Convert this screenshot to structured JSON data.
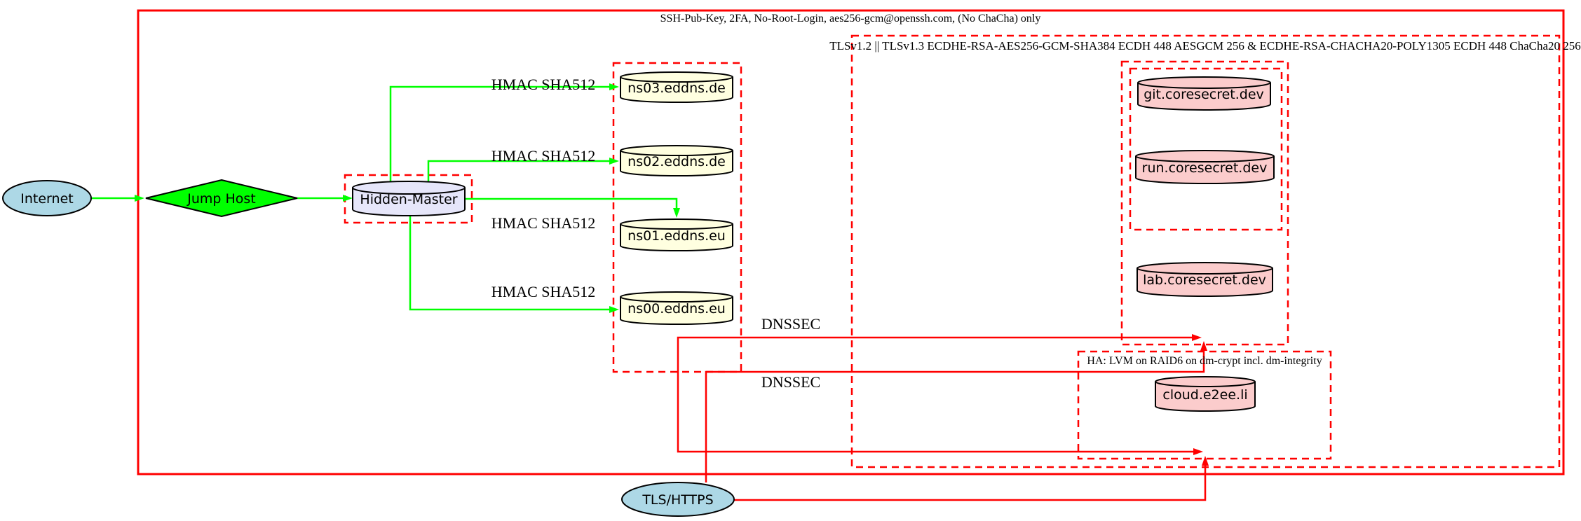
{
  "diagram": {
    "clusters": {
      "ssh": {
        "label": "SSH-Pub-Key, 2FA, No-Root-Login, aes256-gcm@openssh.com, (No ChaCha) only"
      },
      "tls": {
        "label": "TLSv1.2 || TLSv1.3 ECDHE-RSA-AES256-GCM-SHA384 ECDH 448 AESGCM 256 & ECDHE-RSA-CHACHA20-POLY1305 ECDH 448 ChaCha20 256"
      },
      "ha": {
        "label": "HA: LVM on RAID6 on dm-crypt incl. dm-integrity"
      }
    },
    "nodes": {
      "internet": {
        "label": "Internet"
      },
      "jump_host": {
        "label": "Jump Host"
      },
      "hidden_master": {
        "label": "Hidden-Master"
      },
      "ns03": {
        "label": "ns03.eddns.de"
      },
      "ns02": {
        "label": "ns02.eddns.de"
      },
      "ns01": {
        "label": "ns01.eddns.eu"
      },
      "ns00": {
        "label": "ns00.eddns.eu"
      },
      "git": {
        "label": "git.coresecret.dev"
      },
      "run": {
        "label": "run.coresecret.dev"
      },
      "lab": {
        "label": "lab.coresecret.dev"
      },
      "cloud": {
        "label": "cloud.e2ee.li"
      },
      "tls_https": {
        "label": "TLS/HTTPS"
      }
    },
    "edges": {
      "hmac_label": "HMAC SHA512",
      "dnssec_label": "DNSSEC"
    },
    "colors": {
      "cluster_border": "#ff0000",
      "hmac_edge": "#00ff00",
      "dnssec_edge": "#ff0000",
      "node_border": "#000000",
      "internet_fill": "#add8e6",
      "jump_host_fill": "#00ff00",
      "hidden_master_fill": "#e6e6fa",
      "nameserver_fill": "#ffffe0",
      "webserver_fill": "#fbcccc",
      "tls_https_fill": "#add8e6"
    }
  }
}
